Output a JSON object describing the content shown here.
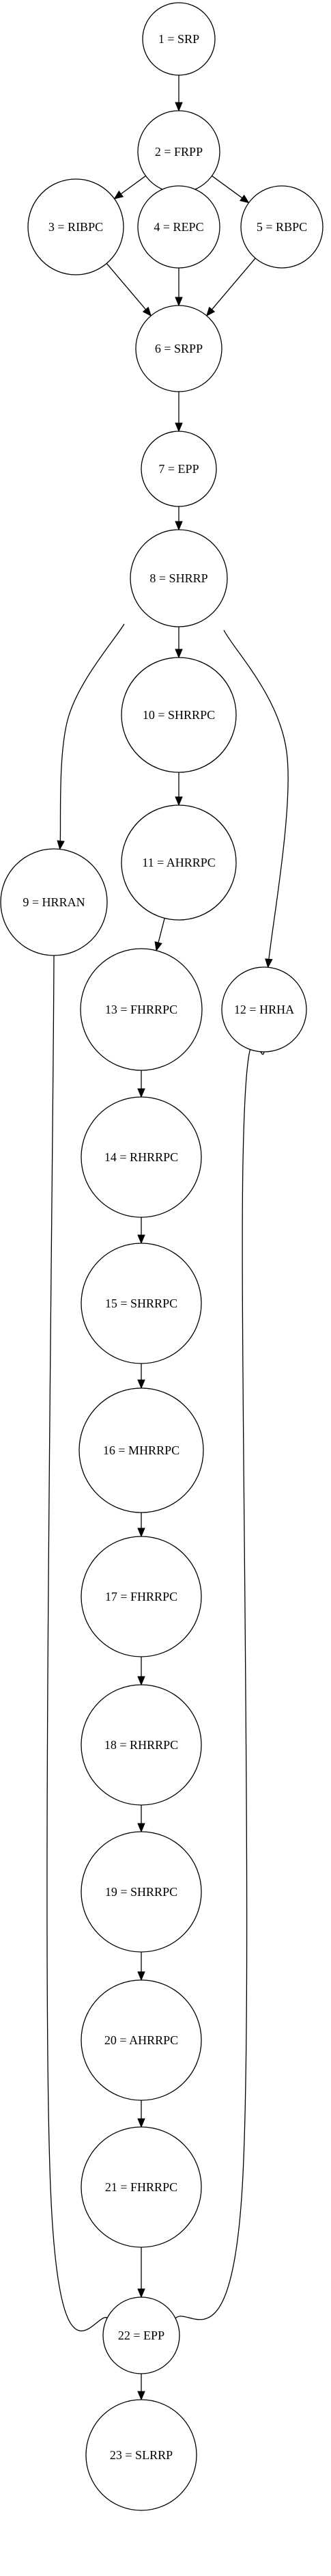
{
  "diagram": {
    "nodes": [
      {
        "id": "1",
        "label": "1 = SRP"
      },
      {
        "id": "2",
        "label": "2 = FRPP"
      },
      {
        "id": "3",
        "label": "3 = RIBPC"
      },
      {
        "id": "4",
        "label": "4 = REPC"
      },
      {
        "id": "5",
        "label": "5 = RBPC"
      },
      {
        "id": "6",
        "label": "6 = SRPP"
      },
      {
        "id": "7",
        "label": "7 = EPP"
      },
      {
        "id": "8",
        "label": "8 = SHRRP"
      },
      {
        "id": "9",
        "label": "9 = HRRAN"
      },
      {
        "id": "10",
        "label": "10 = SHRRPC"
      },
      {
        "id": "11",
        "label": "11 = AHRRPC"
      },
      {
        "id": "12",
        "label": "12 = HRHA"
      },
      {
        "id": "13",
        "label": "13 = FHRRPC"
      },
      {
        "id": "14",
        "label": "14 = RHRRPC"
      },
      {
        "id": "15",
        "label": "15 = SHRRPC"
      },
      {
        "id": "16",
        "label": "16 = MHRRPC"
      },
      {
        "id": "17",
        "label": "17 = FHRRPC"
      },
      {
        "id": "18",
        "label": "18 = RHRRPC"
      },
      {
        "id": "19",
        "label": "19 = SHRRPC"
      },
      {
        "id": "20",
        "label": "20 = AHRRPC"
      },
      {
        "id": "21",
        "label": "21 = FHRRPC"
      },
      {
        "id": "22",
        "label": "22 = EPP"
      },
      {
        "id": "23",
        "label": "23 = SLRRP"
      }
    ],
    "edges": [
      {
        "from": "1",
        "to": "2"
      },
      {
        "from": "2",
        "to": "3"
      },
      {
        "from": "2",
        "to": "4"
      },
      {
        "from": "2",
        "to": "5"
      },
      {
        "from": "3",
        "to": "6"
      },
      {
        "from": "4",
        "to": "6"
      },
      {
        "from": "5",
        "to": "6"
      },
      {
        "from": "6",
        "to": "7"
      },
      {
        "from": "7",
        "to": "8"
      },
      {
        "from": "8",
        "to": "9"
      },
      {
        "from": "8",
        "to": "10"
      },
      {
        "from": "8",
        "to": "12"
      },
      {
        "from": "10",
        "to": "11"
      },
      {
        "from": "11",
        "to": "13"
      },
      {
        "from": "13",
        "to": "14"
      },
      {
        "from": "14",
        "to": "15"
      },
      {
        "from": "15",
        "to": "16"
      },
      {
        "from": "16",
        "to": "17"
      },
      {
        "from": "17",
        "to": "18"
      },
      {
        "from": "18",
        "to": "19"
      },
      {
        "from": "19",
        "to": "20"
      },
      {
        "from": "20",
        "to": "21"
      },
      {
        "from": "21",
        "to": "22"
      },
      {
        "from": "9",
        "to": "22"
      },
      {
        "from": "12",
        "to": "22"
      },
      {
        "from": "22",
        "to": "23"
      }
    ]
  }
}
